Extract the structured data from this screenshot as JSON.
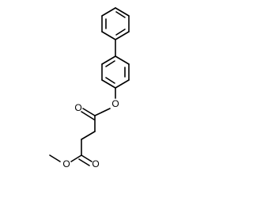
{
  "molecule": {
    "atoms": {
      "ester_o_upper_carbonyl": "O",
      "ester_o_upper_link": "O",
      "ester_o_lower_link": "O",
      "ester_o_lower_carbonyl": "O"
    }
  },
  "colors": {
    "bond": "#000000",
    "label": "#000000",
    "background": "#ffffff"
  }
}
